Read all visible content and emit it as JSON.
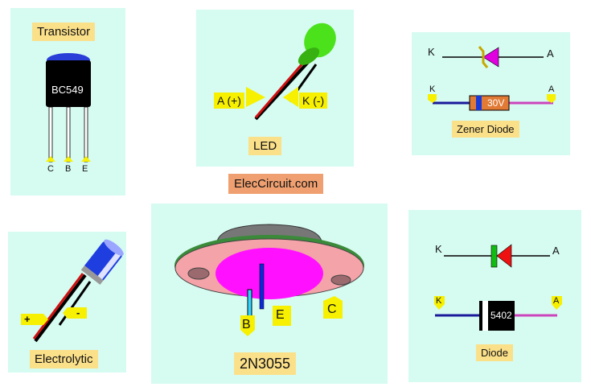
{
  "transistor": {
    "label": "Transistor",
    "part": "BC549",
    "pins": [
      "C",
      "B",
      "E"
    ],
    "colors": {
      "body": "#000000",
      "cap": "#2a3fd8"
    }
  },
  "led": {
    "label": "LED",
    "anode": "A (+)",
    "cathode": "K (-)",
    "colors": {
      "lens": "#4be21c",
      "anode_lead": "#d01010",
      "cathode_lead": "#000000"
    }
  },
  "zener": {
    "label": "Zener Diode",
    "symbol_k": "K",
    "symbol_a": "A",
    "pin_k": "K",
    "pin_a": "A",
    "marking": "30V",
    "colors": {
      "triangle": "#e000e0",
      "body": "#e07a35"
    }
  },
  "brand": "ElecCircuit.com",
  "electrolytic": {
    "label": "Electrolytic",
    "plus": "+",
    "minus": "-",
    "colors": {
      "can": "#1f3ee0"
    }
  },
  "power_transistor": {
    "label": "2N3055",
    "pin_b": "B",
    "pin_e": "E",
    "pin_c": "C",
    "colors": {
      "flange": "#f4a3a8",
      "top": "#ff11ff"
    }
  },
  "diode": {
    "label": "Diode",
    "symbol_k": "K",
    "symbol_a": "A",
    "pin_k": "K",
    "pin_a": "A",
    "marking": "5402",
    "colors": {
      "triangle": "#ee1111",
      "bar": "#11bb11"
    }
  }
}
